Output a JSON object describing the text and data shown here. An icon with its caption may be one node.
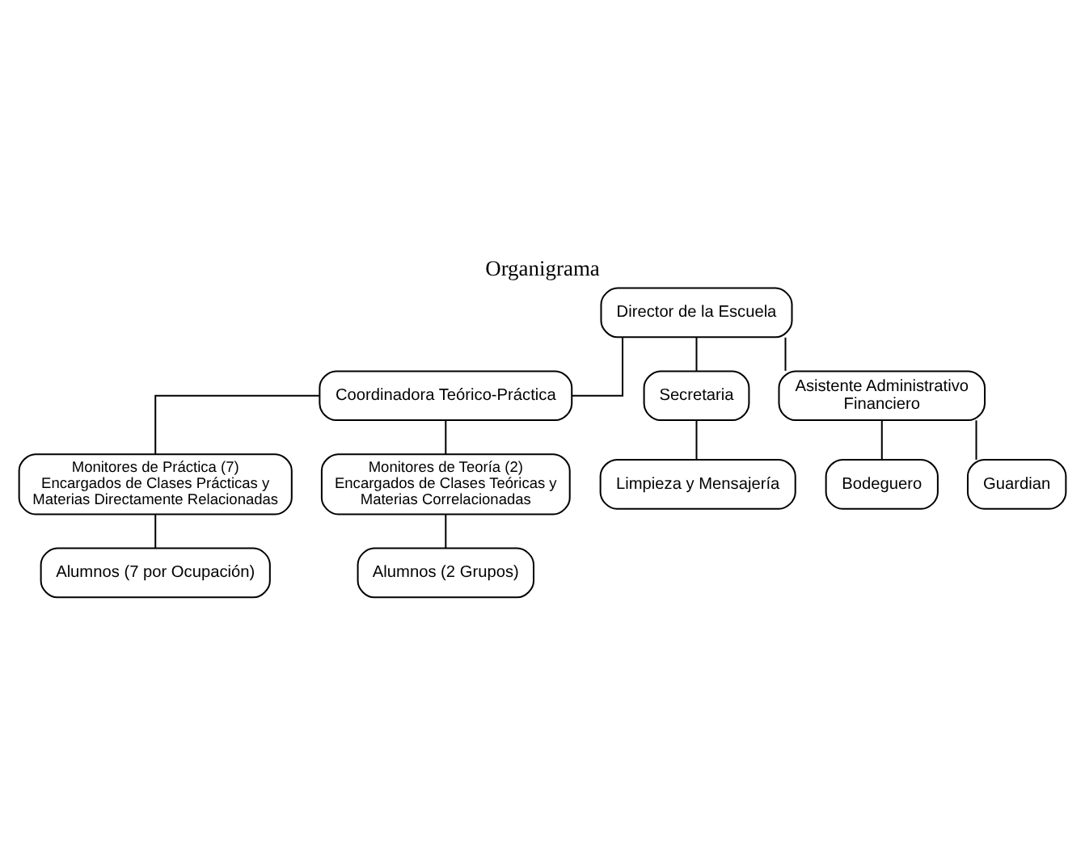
{
  "diagram": {
    "title": "Organigrama",
    "nodes": [
      {
        "text": [
          "Director de la Escuela"
        ]
      },
      {
        "text": [
          "Coordinadora Teórico-Práctica"
        ]
      },
      {
        "text": [
          "Secretaria"
        ]
      },
      {
        "text": [
          "Asistente Administrativo Financiero"
        ]
      },
      {
        "text": [
          "Limpieza y Mensajería"
        ]
      },
      {
        "text": [
          "Bodeguero"
        ]
      },
      {
        "text": [
          "Guardian"
        ]
      },
      {
        "text": [
          "Monitores de Práctica (7)",
          "Encargados de Clases Prácticas y Materias Directamente Relacionadas"
        ]
      },
      {
        "text": [
          "Monitores de Teoría (2)",
          "Encargados de Clases Teóricas y Materias Correlacionadas"
        ]
      },
      {
        "text": [
          "Alumnos (7 por Ocupación)"
        ]
      },
      {
        "text": [
          "Alumnos (2 Grupos)"
        ]
      }
    ],
    "edges": [
      {
        "from": 0,
        "to": 2,
        "arrow": "none"
      },
      {
        "from": 0,
        "to": 1,
        "arrow": "none"
      },
      {
        "from": 0,
        "to": 3,
        "arrow": "none"
      },
      {
        "from": 2,
        "to": 4,
        "arrow": "none"
      },
      {
        "from": 3,
        "to": 5,
        "arrow": "none"
      },
      {
        "from": 3,
        "to": 6,
        "arrow": "none"
      },
      {
        "from": 1,
        "to": 7,
        "arrow": "none"
      },
      {
        "from": 1,
        "to": 8,
        "arrow": "none"
      },
      {
        "from": 7,
        "to": 9,
        "arrow": "none"
      },
      {
        "from": 8,
        "to": 10,
        "arrow": "none"
      }
    ]
  }
}
